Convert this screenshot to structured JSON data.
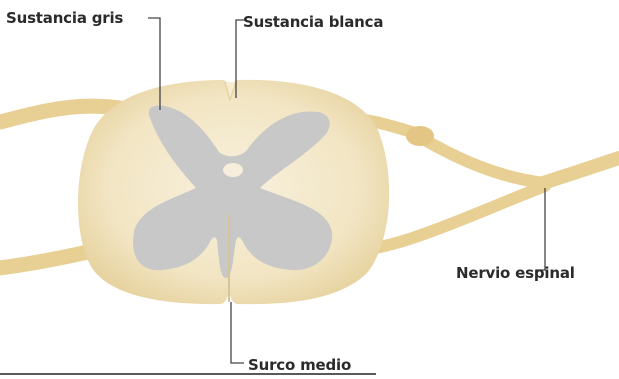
{
  "labels": {
    "gray_matter": "Sustancia gris",
    "white_matter": "Sustancia blanca",
    "spinal_nerve": "Nervio espinal",
    "median_sulcus": "Surco medio"
  },
  "colors": {
    "background": "#ffffff",
    "white_matter": "#f4ead0",
    "white_matter_edge": "#e6d19d",
    "nerve": "#e8cf93",
    "gray_matter": "#c8c8c8",
    "leader_line": "#444444",
    "label_text": "#2b2b2b"
  }
}
